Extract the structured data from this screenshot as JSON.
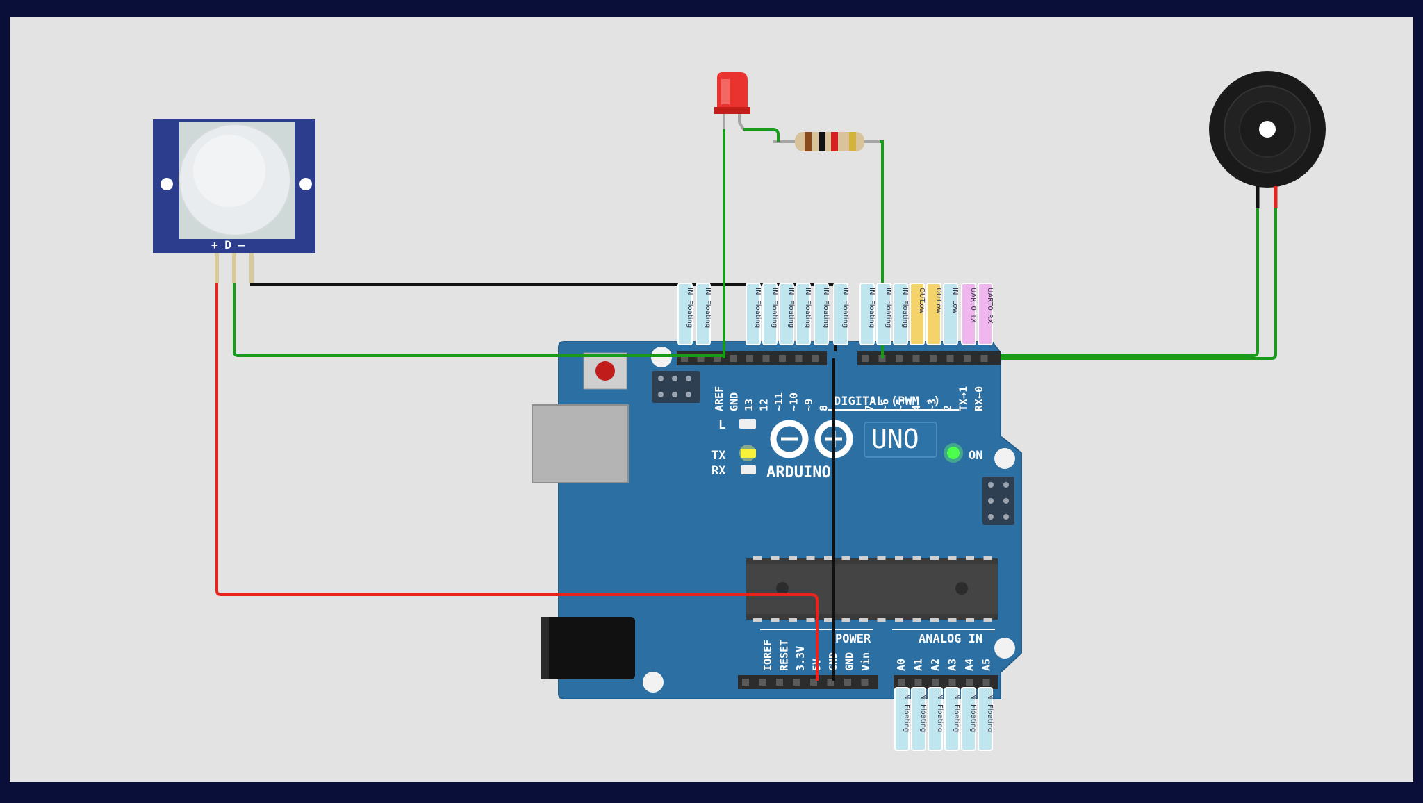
{
  "pir_sensor": {
    "pin_labels": "+ D –"
  },
  "board": {
    "brand": "ARDUINO",
    "model": "UNO",
    "on_label": "ON",
    "led_l": "L",
    "led_tx": "TX",
    "led_rx": "RX",
    "digital_label": "DIGITAL (PWM ~)",
    "power_label": "POWER",
    "analog_label": "ANALOG IN",
    "top_pins": [
      "AREF",
      "GND",
      "13",
      "12",
      "~11",
      "~10",
      "~9",
      "8",
      "7",
      "~6",
      "~5",
      "4",
      "~3",
      "2",
      "TX→1",
      "RX←0"
    ],
    "power_pins": [
      "IOREF",
      "RESET",
      "3.3V",
      "5V",
      "GND",
      "GND",
      "Vin"
    ],
    "analog_pins": [
      "A0",
      "A1",
      "A2",
      "A3",
      "A4",
      "A5"
    ]
  },
  "pin_tags_top": [
    {
      "line1": "IN",
      "line2": "Floating",
      "color": "#bfe6ef"
    },
    {
      "line1": "IN",
      "line2": "Floating",
      "color": "#bfe6ef"
    },
    {
      "line1": "IN",
      "line2": "Floating",
      "color": "#bfe6ef"
    },
    {
      "line1": "IN",
      "line2": "Floating",
      "color": "#bfe6ef"
    },
    {
      "line1": "IN",
      "line2": "Floating",
      "color": "#bfe6ef"
    },
    {
      "line1": "IN",
      "line2": "Floating",
      "color": "#bfe6ef"
    },
    {
      "line1": "IN",
      "line2": "Floating",
      "color": "#bfe6ef"
    },
    {
      "line1": "IN",
      "line2": "Floating",
      "color": "#bfe6ef"
    },
    {
      "line1": "IN",
      "line2": "Floating",
      "color": "#bfe6ef"
    },
    {
      "line1": "IN",
      "line2": "Floating",
      "color": "#bfe6ef"
    },
    {
      "line1": "IN",
      "line2": "Floating",
      "color": "#bfe6ef"
    },
    {
      "line1": "OUT",
      "line2": "Low",
      "color": "#f3d36a"
    },
    {
      "line1": "OUT",
      "line2": "Low",
      "color": "#f3d36a"
    },
    {
      "line1": "IN",
      "line2": "Low",
      "color": "#bfe6ef"
    },
    {
      "line1": "UART0",
      "line2": "TX",
      "color": "#f0b7ee"
    },
    {
      "line1": "UART0",
      "line2": "RX",
      "color": "#f0b7ee"
    }
  ],
  "pin_tags_bottom": [
    {
      "line1": "IN",
      "line2": "Floating",
      "color": "#bfe6ef"
    },
    {
      "line1": "IN",
      "line2": "Floating",
      "color": "#bfe6ef"
    },
    {
      "line1": "IN",
      "line2": "Floating",
      "color": "#bfe6ef"
    },
    {
      "line1": "IN",
      "line2": "Floating",
      "color": "#bfe6ef"
    },
    {
      "line1": "IN",
      "line2": "Floating",
      "color": "#bfe6ef"
    },
    {
      "line1": "IN",
      "line2": "Floating",
      "color": "#bfe6ef"
    }
  ],
  "colors": {
    "canvas": "#e3e3e3",
    "frame": "#0a0f3a",
    "board": "#2b6fa3",
    "wire_red": "#e8231e",
    "wire_green": "#1a9a1a",
    "wire_black": "#111111",
    "led_red": "#e8332e"
  }
}
